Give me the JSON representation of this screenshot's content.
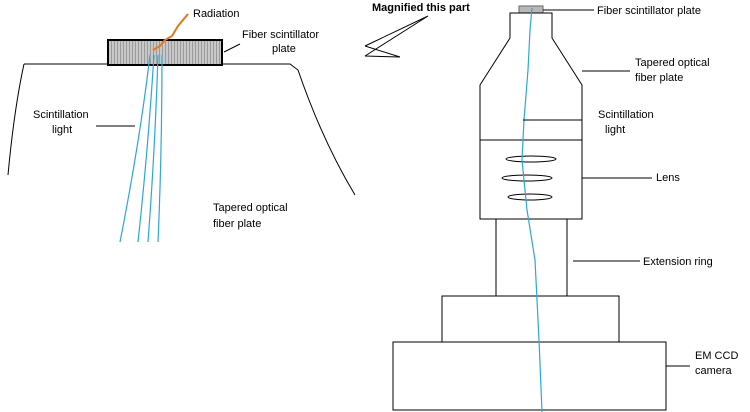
{
  "labels": {
    "radiation": "Radiation",
    "magnified": "Magnified this part",
    "fiber_scint_left_1": "Fiber scintillator",
    "fiber_scint_left_2": "plate",
    "scint_light_left_1": "Scintillation",
    "scint_light_left_2": "light",
    "tapered_left_1": "Tapered optical",
    "tapered_left_2": "fiber plate",
    "fiber_scint_right": "Fiber scintillator plate",
    "tapered_right_1": "Tapered optical",
    "tapered_right_2": "fiber plate",
    "scint_light_right_1": "Scintillation",
    "scint_light_right_2": "light",
    "lens": "Lens",
    "extension_ring": "Extension ring",
    "camera_1": "EM CCD",
    "camera_2": "camera"
  },
  "colors": {
    "fiber_light": "#2aa7dc",
    "radiation": "#e07a1a",
    "scintillator_fill": "#b8b8b8"
  }
}
